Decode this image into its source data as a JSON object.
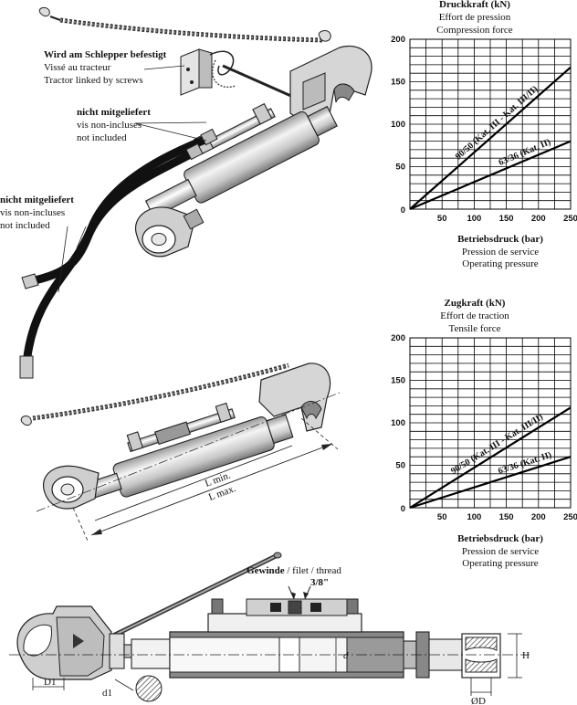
{
  "top_labels": {
    "tractor": {
      "de": "Wird am Schlepper befestigt",
      "fr": "Vissé au tracteur",
      "en": "Tractor linked by screws"
    },
    "not_included_1": {
      "de": "nicht mitgeliefert",
      "fr": "vis non-incluses",
      "en": "not included"
    },
    "not_included_2": {
      "de": "nicht mitgeliefert",
      "fr": "vis non-incluses",
      "en": "not included"
    }
  },
  "middle_labels": {
    "lmin": "L min.",
    "lmax": "L max."
  },
  "section_labels": {
    "thread": {
      "de": "Gewinde",
      "sep1": " / filet / ",
      "en": "thread"
    },
    "thread_size": "3/8\"",
    "d1_left": "D1",
    "d1_small": "d1",
    "d_inner": "d",
    "h": "H",
    "od": "ØD"
  },
  "chart_data": [
    {
      "type": "line",
      "title": "Druckkraft (kN)",
      "subtitle": [
        "Effort de pression",
        "Compression force"
      ],
      "xlabel": "Betriebsdruck (bar)",
      "xlabel_sub": [
        "Pression de service",
        "Operating pressure"
      ],
      "xlim": [
        0,
        250
      ],
      "ylim": [
        0,
        200
      ],
      "xticks": [
        "50",
        "100",
        "150",
        "200",
        "250"
      ],
      "yticks": [
        "50",
        "100",
        "150",
        "200"
      ],
      "origin_label": "0",
      "grid": true,
      "series": [
        {
          "name": "90/50 (Kat. III - Kat. III/II)",
          "x": [
            0,
            250
          ],
          "y": [
            0,
            167
          ]
        },
        {
          "name": "63/36 (Kat. II)",
          "x": [
            0,
            250
          ],
          "y": [
            0,
            80
          ]
        }
      ]
    },
    {
      "type": "line",
      "title": "Zugkraft (kN)",
      "subtitle": [
        "Effort de traction",
        "Tensile force"
      ],
      "xlabel": "Betriebsdruck (bar)",
      "xlabel_sub": [
        "Pression de service",
        "Operating pressure"
      ],
      "xlim": [
        0,
        250
      ],
      "ylim": [
        0,
        200
      ],
      "xticks": [
        "50",
        "100",
        "150",
        "200",
        "250"
      ],
      "yticks": [
        "50",
        "100",
        "150",
        "200"
      ],
      "origin_label": "0",
      "grid": true,
      "series": [
        {
          "name": "90/50 (Kat. III - Kat. III/II)",
          "x": [
            0,
            250
          ],
          "y": [
            0,
            118
          ]
        },
        {
          "name": "63/36 (Kat. II)",
          "x": [
            0,
            250
          ],
          "y": [
            0,
            60
          ]
        }
      ]
    }
  ]
}
